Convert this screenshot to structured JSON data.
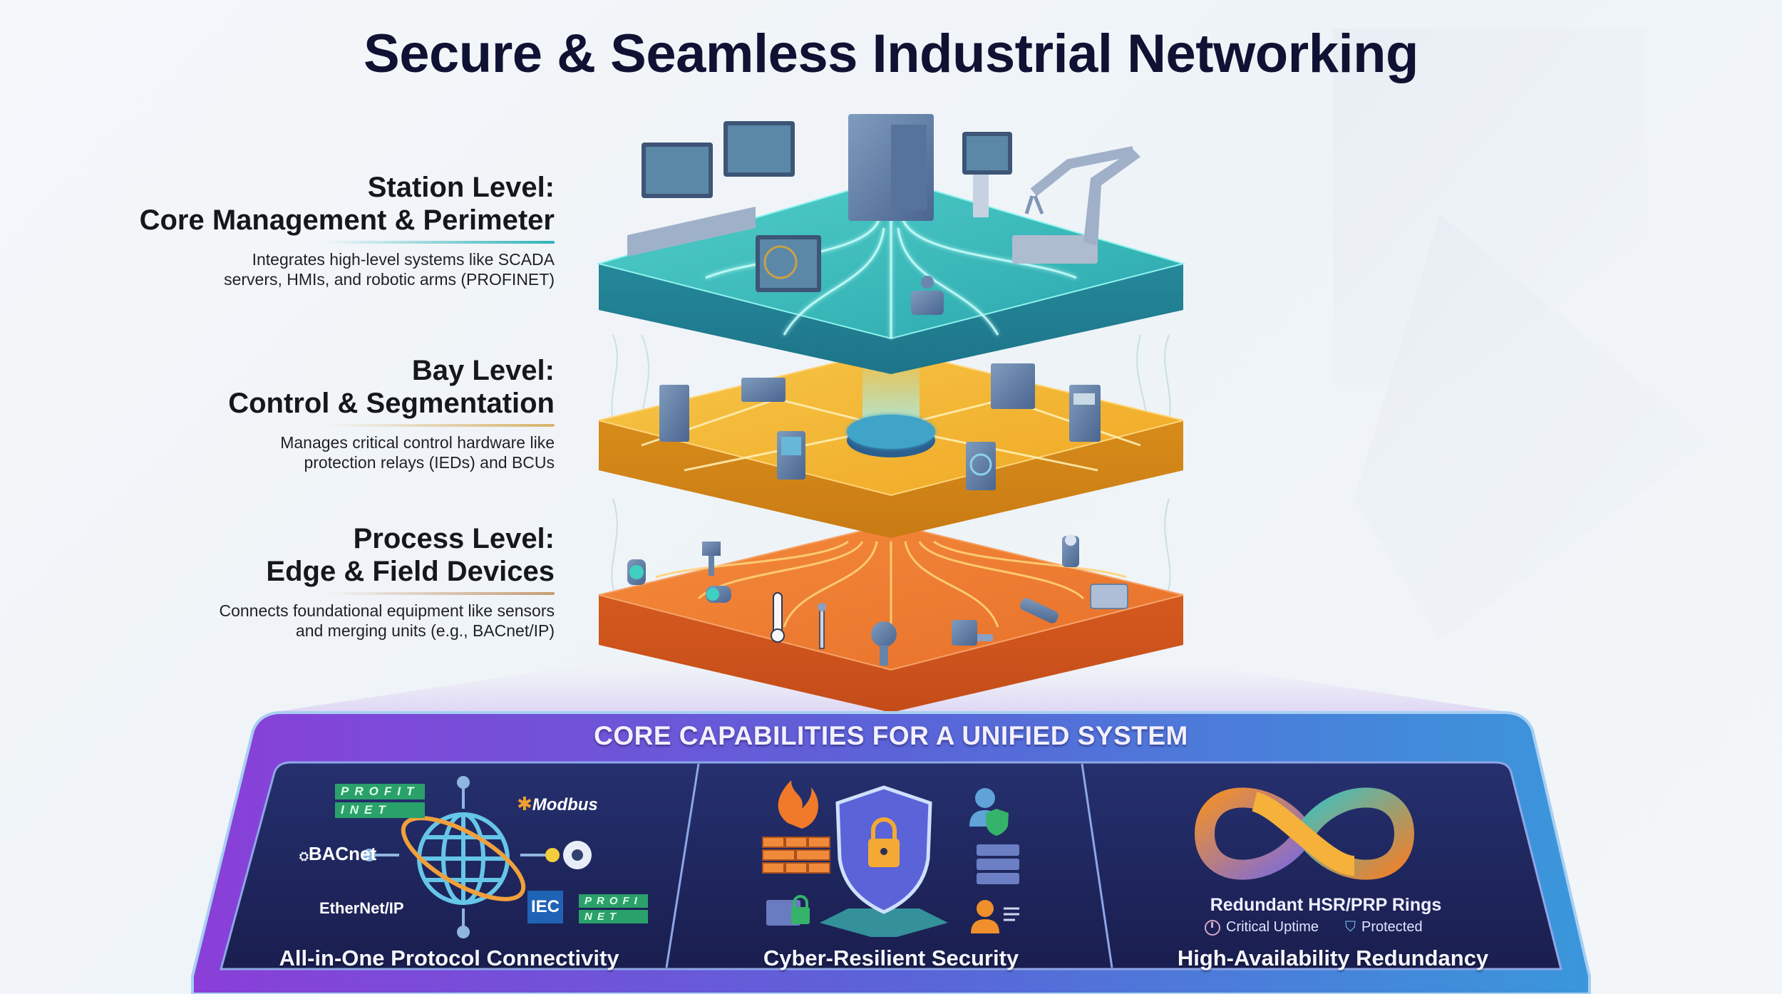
{
  "title": "Secure & Seamless Industrial Networking",
  "levels": [
    {
      "heading_line1": "Station Level:",
      "heading_line2": "Core Management & Perimeter",
      "description_line1": "Integrates high-level systems like SCADA",
      "description_line2": "servers, HMIs, and robotic arms (PROFINET)",
      "color": "#2fb3b8",
      "devices": [
        "hmi-workstation",
        "monitor",
        "server-rack",
        "hmi-terminal",
        "robotic-arm",
        "hmi-panel",
        "controller-node"
      ]
    },
    {
      "heading_line1": "Bay Level:",
      "heading_line2": "Control & Segmentation",
      "description_line1": "Manages critical control hardware like",
      "description_line2": "protection relays (IEDs) and BCUs",
      "color": "#f0b22a",
      "devices": [
        "protection-relay",
        "bay-control-unit",
        "ied-display",
        "network-switch-hub",
        "ied-module",
        "relay-cabinet",
        "bcu-panel"
      ]
    },
    {
      "heading_line1": "Process Level:",
      "heading_line2": "Edge & Field Devices",
      "description_line1": "Connects foundational equipment like sensors",
      "description_line2": "and merging units (e.g., BACnet/IP)",
      "color": "#ee7a2c",
      "devices": [
        "optical-sensor",
        "level-sensor",
        "flow-sensor",
        "thermometer",
        "probe",
        "pressure-transmitter",
        "valve-actuator",
        "inline-sensor",
        "proximity-sensor",
        "merging-unit"
      ]
    }
  ],
  "capabilities": {
    "title": "CORE CAPABILITIES FOR A UNIFIED SYSTEM",
    "panels": [
      {
        "label": "All-in-One Protocol Connectivity",
        "protocols": [
          {
            "name": "PROFINET",
            "line1": "PROFIT",
            "line2": "INET"
          },
          {
            "name": "Modbus",
            "text": "Modbus"
          },
          {
            "name": "BACnet",
            "text": "BACnet"
          },
          {
            "name": "EtherNet/IP",
            "text": "EtherNet/IP"
          },
          {
            "name": "IEC",
            "text": "IEC"
          },
          {
            "name": "PROFINET-2",
            "line1": "PROFI",
            "line2": "NET"
          }
        ]
      },
      {
        "label": "Cyber-Resilient Security",
        "icons": [
          "firewall-flame-icon",
          "brick-wall-icon",
          "locked-server-icon",
          "shield-lock-icon",
          "verified-user-icon",
          "server-stack-icon",
          "user-profile-icon"
        ]
      },
      {
        "label": "High-Availability Redundancy",
        "subtitle": "Redundant HSR/PRP Rings",
        "badges": [
          {
            "icon": "power-icon",
            "text": "Critical Uptime"
          },
          {
            "icon": "shield-check-icon",
            "text": "Protected"
          }
        ]
      }
    ]
  },
  "colors": {
    "title": "#0f1233",
    "station": "#2fb3b8",
    "bay": "#f0b22a",
    "process": "#ee7a2c",
    "frame_left": "#8a3fd8",
    "frame_right": "#3a8fd8",
    "panel_bg": "#1d2358"
  }
}
